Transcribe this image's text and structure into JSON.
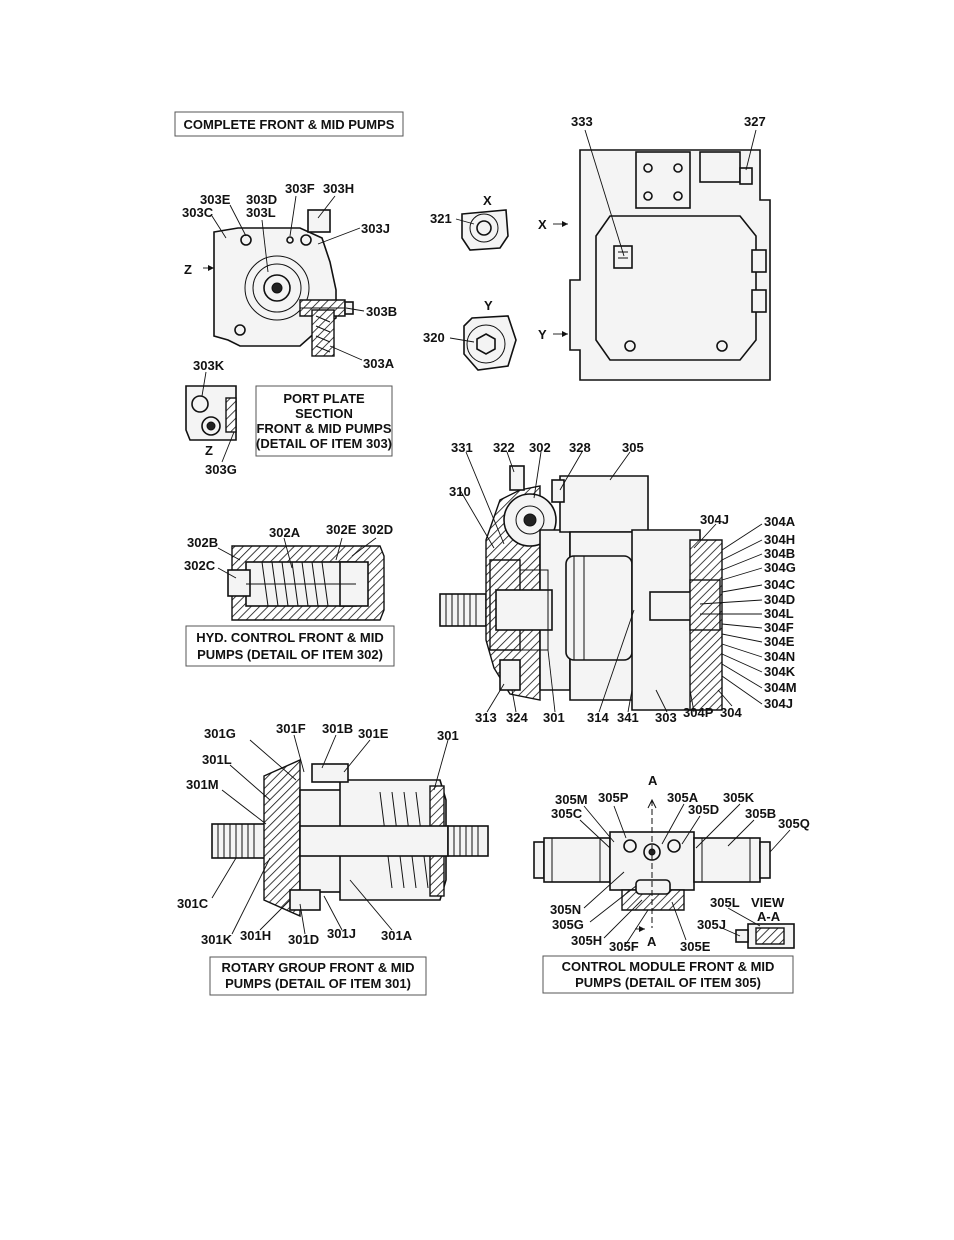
{
  "captions": {
    "complete": "COMPLETE FRONT & MID PUMPS",
    "port_plate": [
      "PORT PLATE",
      "SECTION",
      "FRONT & MID PUMPS",
      "(DETAIL OF ITEM 303)"
    ],
    "hyd_control": [
      "HYD. CONTROL FRONT & MID",
      "PUMPS (DETAIL OF ITEM 302)"
    ],
    "rotary": [
      "ROTARY GROUP FRONT & MID",
      "PUMPS (DETAIL OF ITEM 301)"
    ],
    "control_module": [
      "CONTROL MODULE  FRONT & MID",
      "PUMPS (DETAIL OF ITEM 305)"
    ]
  },
  "labels": {
    "l333": "333",
    "l327": "327",
    "lX1": "X",
    "lX2": "X",
    "lY1": "Y",
    "lY2": "Y",
    "l321": "321",
    "l320": "320",
    "l303E": "303E",
    "l303C": "303C",
    "l303D": "303D",
    "l303L": "303L",
    "l303F": "303F",
    "l303H": "303H",
    "l303J": "303J",
    "l303B": "303B",
    "l303A": "303A",
    "lZ1": "Z",
    "lZ2": "Z",
    "l303K": "303K",
    "l303G": "303G",
    "l331": "331",
    "l322": "322",
    "l302": "302",
    "l328": "328",
    "l305": "305",
    "l310": "310",
    "l304J1": "304J",
    "l304A": "304A",
    "l304H": "304H",
    "l304B": "304B",
    "l304G": "304G",
    "l304C": "304C",
    "l304D": "304D",
    "l304L": "304L",
    "l304F": "304F",
    "l304E": "304E",
    "l304N": "304N",
    "l304K": "304K",
    "l304M": "304M",
    "l304J2": "304J",
    "l313": "313",
    "l324": "324",
    "l301": "301",
    "l314": "314",
    "l341": "341",
    "l303": "303",
    "l304P": "304P",
    "l304": "304",
    "l302B": "302B",
    "l302A": "302A",
    "l302E": "302E",
    "l302D": "302D",
    "l302C": "302C",
    "l301G": "301G",
    "l301F": "301F",
    "l301B": "301B",
    "l301E": "301E",
    "l301top": "301",
    "l301L": "301L",
    "l301M": "301M",
    "l301C": "301C",
    "l301K": "301K",
    "l301H": "301H",
    "l301D": "301D",
    "l301J": "301J",
    "l301A": "301A",
    "lA1": "A",
    "l305M": "305M",
    "l305P": "305P",
    "l305A": "305A",
    "l305K": "305K",
    "l305C": "305C",
    "l305D": "305D",
    "l305B": "305B",
    "l305Q": "305Q",
    "l305N": "305N",
    "l305G": "305G",
    "l305H": "305H",
    "l305F": "305F",
    "lA2": "A",
    "l305E": "305E",
    "l305L": "305L",
    "l305J": "305J",
    "lView1": "VIEW",
    "lView2": "A-A"
  }
}
